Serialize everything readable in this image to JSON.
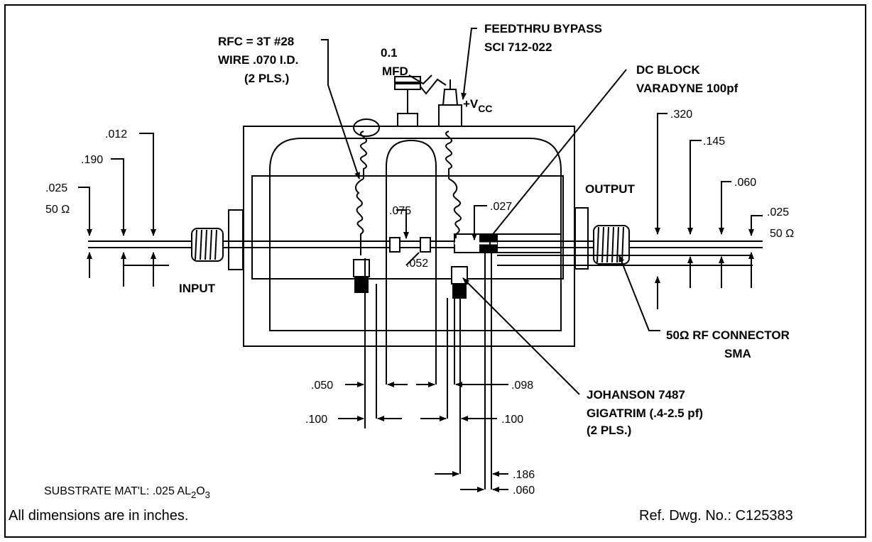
{
  "callouts": {
    "rfc_line1": "RFC = 3T #28",
    "rfc_line2": "WIRE .070 I.D.",
    "rfc_line3": "(2 PLS.)",
    "cap_line1": "0.1",
    "cap_line2": "MFD",
    "feedthru_line1": "FEEDTHRU BYPASS",
    "feedthru_line2": "SCI 712-022",
    "vcc_main": "+V",
    "vcc_sub": "CC",
    "dcblock_line1": "DC BLOCK",
    "dcblock_line2": "VARADYNE 100pf",
    "output": "OUTPUT",
    "input": "INPUT",
    "connector_line1": "50Ω RF CONNECTOR",
    "connector_line2": "SMA",
    "johanson_line1": "JOHANSON 7487",
    "johanson_line2": "GIGATRIM (.4-2.5 pf)",
    "johanson_line3": "(2 PLS.)"
  },
  "dimensions": {
    "d012": ".012",
    "d190": ".190",
    "d025_left": ".025",
    "ohm_left": "50 Ω",
    "d075": ".075",
    "d052": ".052",
    "d027": ".027",
    "d320": ".320",
    "d145": ".145",
    "d060_top": ".060",
    "d025_right": ".025",
    "ohm_right": "50 Ω",
    "d050": ".050",
    "d100_left": ".100",
    "d098": ".098",
    "d100_right": ".100",
    "d186": ".186",
    "d060_bottom": ".060"
  },
  "substrate": {
    "prefix": "SUBSTRATE MAT'L: .025 AL",
    "sub1": "2",
    "mid": "O",
    "sub2": "3"
  },
  "footer": {
    "units_note": "All dimensions are in inches.",
    "ref_dwg": "Ref. Dwg. No.: C125383"
  }
}
